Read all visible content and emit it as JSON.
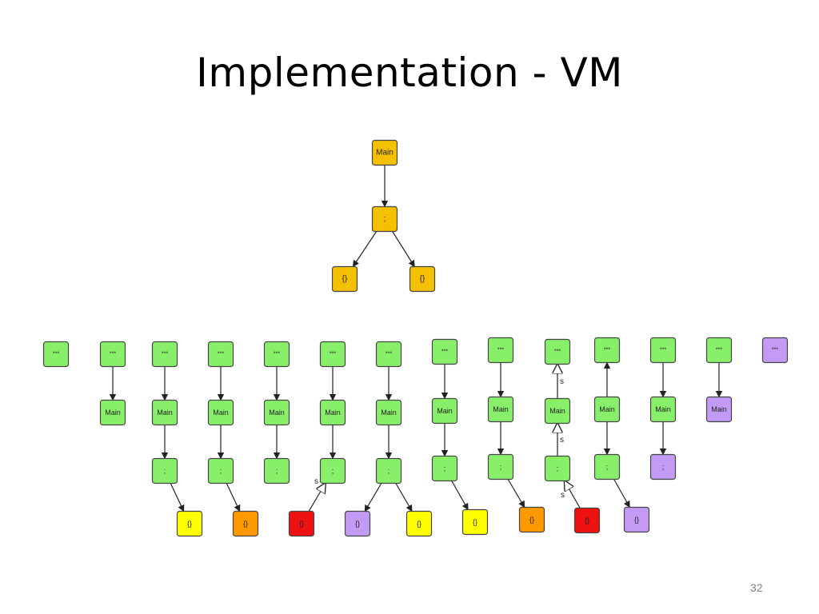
{
  "slide": {
    "title": "Implementation - VM",
    "page_number": "32"
  },
  "colors": {
    "gold": "#f5c000",
    "green": "#88ef6a",
    "yellow": "#ffff00",
    "orange": "#ff9900",
    "red": "#ee1111",
    "purple": "#c39bf5"
  },
  "tree": {
    "main_label": "Main",
    "seq_label": ";",
    "block_label": "{}"
  },
  "states": {
    "root_label": "***",
    "main_label": "Main",
    "seq_label": ";",
    "block_label": "{}",
    "sub_edge_label": "s",
    "block_colors": [
      "yellow",
      "orange",
      "red",
      "purple",
      "yellow",
      "yellow",
      "orange",
      "red",
      "purple"
    ]
  }
}
